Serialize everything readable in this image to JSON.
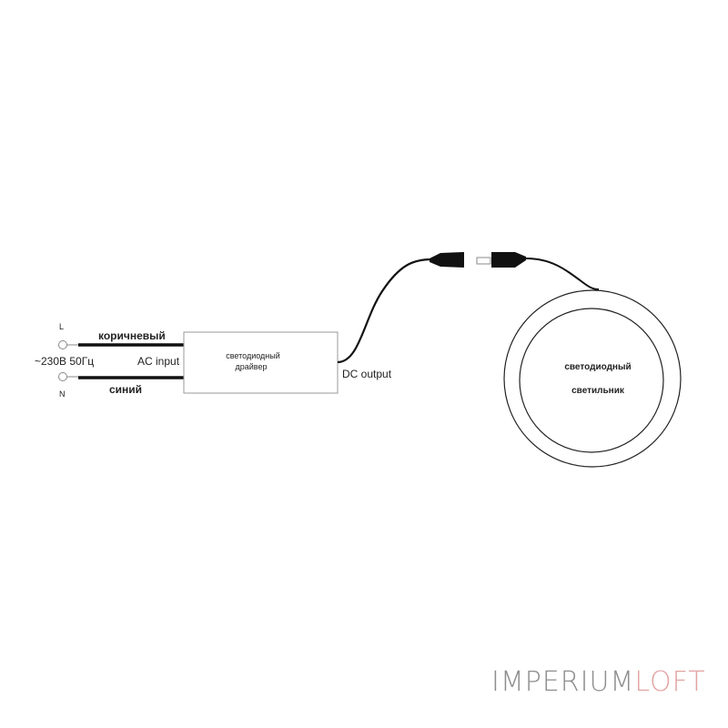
{
  "diagram": {
    "type": "wiring-diagram",
    "mains": {
      "terminal_L": "L",
      "terminal_N": "N",
      "voltage": "~230В 50Гц",
      "wire_L_color": "коричневый",
      "wire_N_color": "синий",
      "input_label": "AC input"
    },
    "driver": {
      "line1": "светодиодный",
      "line2": "драйвер",
      "output_label": "DC output"
    },
    "luminaire": {
      "line1": "светодиодный",
      "line2": "светильник"
    }
  },
  "logo": {
    "part1": "IMPERIUM",
    "part2": "LOFT",
    "color1": "#8e8e8e",
    "color2": "#e3a3a3"
  }
}
